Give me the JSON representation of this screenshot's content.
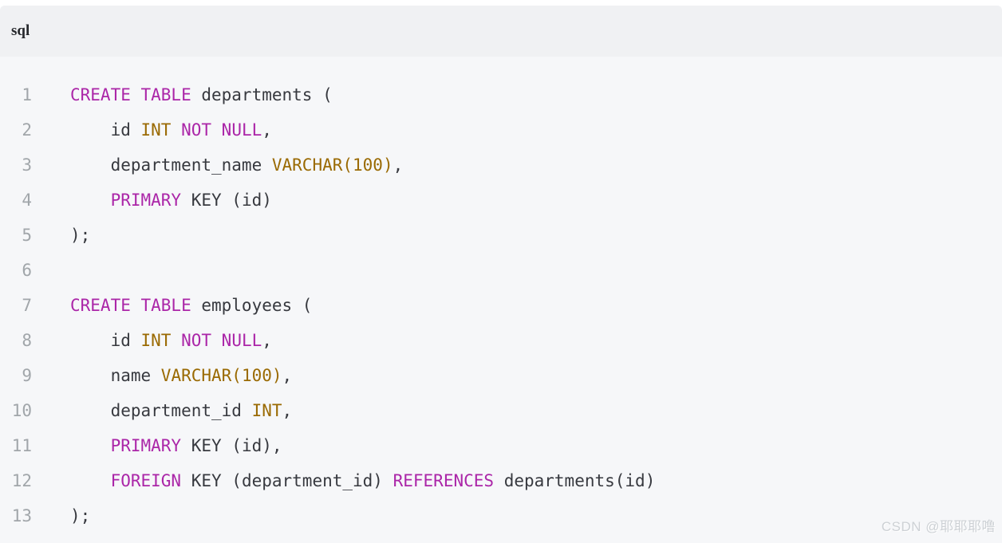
{
  "header": {
    "language_label": "sql"
  },
  "code": {
    "lines": [
      {
        "number": "1",
        "tokens": [
          {
            "style": "keyword",
            "text": "CREATE TABLE"
          },
          {
            "style": "plain",
            "text": " departments ("
          }
        ]
      },
      {
        "number": "2",
        "tokens": [
          {
            "style": "plain",
            "text": "    id "
          },
          {
            "style": "type",
            "text": "INT"
          },
          {
            "style": "plain",
            "text": " "
          },
          {
            "style": "keyword",
            "text": "NOT NULL"
          },
          {
            "style": "plain",
            "text": ","
          }
        ]
      },
      {
        "number": "3",
        "tokens": [
          {
            "style": "plain",
            "text": "    department_name "
          },
          {
            "style": "type",
            "text": "VARCHAR(100)"
          },
          {
            "style": "plain",
            "text": ","
          }
        ]
      },
      {
        "number": "4",
        "tokens": [
          {
            "style": "plain",
            "text": "    "
          },
          {
            "style": "keyword",
            "text": "PRIMARY"
          },
          {
            "style": "plain",
            "text": " KEY (id)"
          }
        ]
      },
      {
        "number": "5",
        "tokens": [
          {
            "style": "plain",
            "text": ");"
          }
        ]
      },
      {
        "number": "6",
        "tokens": []
      },
      {
        "number": "7",
        "tokens": [
          {
            "style": "keyword",
            "text": "CREATE TABLE"
          },
          {
            "style": "plain",
            "text": " employees ("
          }
        ]
      },
      {
        "number": "8",
        "tokens": [
          {
            "style": "plain",
            "text": "    id "
          },
          {
            "style": "type",
            "text": "INT"
          },
          {
            "style": "plain",
            "text": " "
          },
          {
            "style": "keyword",
            "text": "NOT NULL"
          },
          {
            "style": "plain",
            "text": ","
          }
        ]
      },
      {
        "number": "9",
        "tokens": [
          {
            "style": "plain",
            "text": "    name "
          },
          {
            "style": "type",
            "text": "VARCHAR(100)"
          },
          {
            "style": "plain",
            "text": ","
          }
        ]
      },
      {
        "number": "10",
        "tokens": [
          {
            "style": "plain",
            "text": "    department_id "
          },
          {
            "style": "type",
            "text": "INT"
          },
          {
            "style": "plain",
            "text": ","
          }
        ]
      },
      {
        "number": "11",
        "tokens": [
          {
            "style": "plain",
            "text": "    "
          },
          {
            "style": "keyword",
            "text": "PRIMARY"
          },
          {
            "style": "plain",
            "text": " KEY (id),"
          }
        ]
      },
      {
        "number": "12",
        "tokens": [
          {
            "style": "plain",
            "text": "    "
          },
          {
            "style": "keyword",
            "text": "FOREIGN"
          },
          {
            "style": "plain",
            "text": " KEY (department_id) "
          },
          {
            "style": "keyword",
            "text": "REFERENCES"
          },
          {
            "style": "plain",
            "text": " departments(id)"
          }
        ]
      },
      {
        "number": "13",
        "tokens": [
          {
            "style": "plain",
            "text": ");"
          }
        ]
      }
    ]
  },
  "watermark": {
    "text": "CSDN @耶耶耶噜"
  },
  "colors": {
    "keyword": "#ab26a8",
    "type": "#9a6a03",
    "plain": "#37393f",
    "line_number": "#a1a6aa",
    "header_bg": "#f0f1f3",
    "code_bg": "#f6f7f9"
  }
}
